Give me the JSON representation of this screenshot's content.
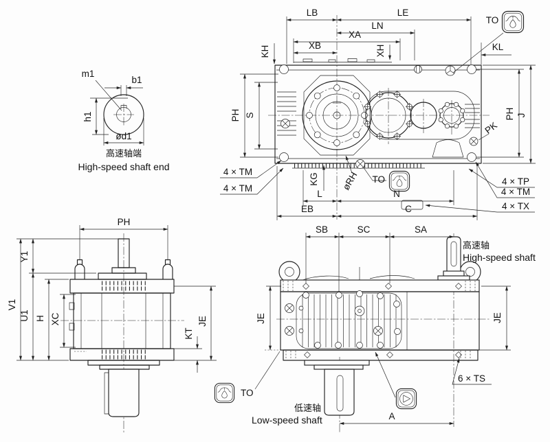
{
  "shaft_end_detail": {
    "dims": {
      "m1": "m1",
      "b1": "b1",
      "h1": "h1",
      "d1": "ød1"
    },
    "caption_zh": "高速轴端",
    "caption_en": "High-speed shaft end"
  },
  "top_view": {
    "dims": {
      "LB": "LB",
      "LE": "LE",
      "LN": "LN",
      "XA": "XA",
      "XB": "XB",
      "XH": "XH",
      "KH": "KH",
      "KL": "KL",
      "PH_left": "PH",
      "S": "S",
      "PH_right": "PH",
      "J": "J",
      "KG": "KG",
      "RH": "øRH",
      "L": "L",
      "N": "N",
      "EB": "EB",
      "C": "C"
    },
    "callouts": {
      "PK": "PK",
      "TM_upper": "4 × TM",
      "TM_lower": "4 × TM",
      "TP": "4 × TP",
      "TM_right": "4 × TM",
      "TX": "4 × TX",
      "TO_top": "TO",
      "TO_drain": "TO"
    }
  },
  "front_view": {
    "dims": {
      "PH": "PH",
      "V1": "V1",
      "Y1": "Y1",
      "U1": "U1",
      "H": "H",
      "XC": "XC",
      "KT": "KT",
      "JE": "JE"
    },
    "callouts": {
      "TO": "TO"
    }
  },
  "side_view": {
    "dims": {
      "SB": "SB",
      "SC": "SC",
      "SA": "SA",
      "JE_left": "JE",
      "JE_right": "JE",
      "A": "A"
    },
    "callouts": {
      "TS": "6 × TS"
    },
    "labels": {
      "hs_zh": "高速轴",
      "hs_en": "High-speed shaft",
      "ls_zh": "低速轴",
      "ls_en": "Low-speed shaft"
    }
  },
  "icons": {
    "breather": "breather-valve-icon",
    "oil_sight": "oil-level-sight-glass-icon"
  },
  "colors": {
    "line": "#222222",
    "background": "#fdfdfd"
  }
}
